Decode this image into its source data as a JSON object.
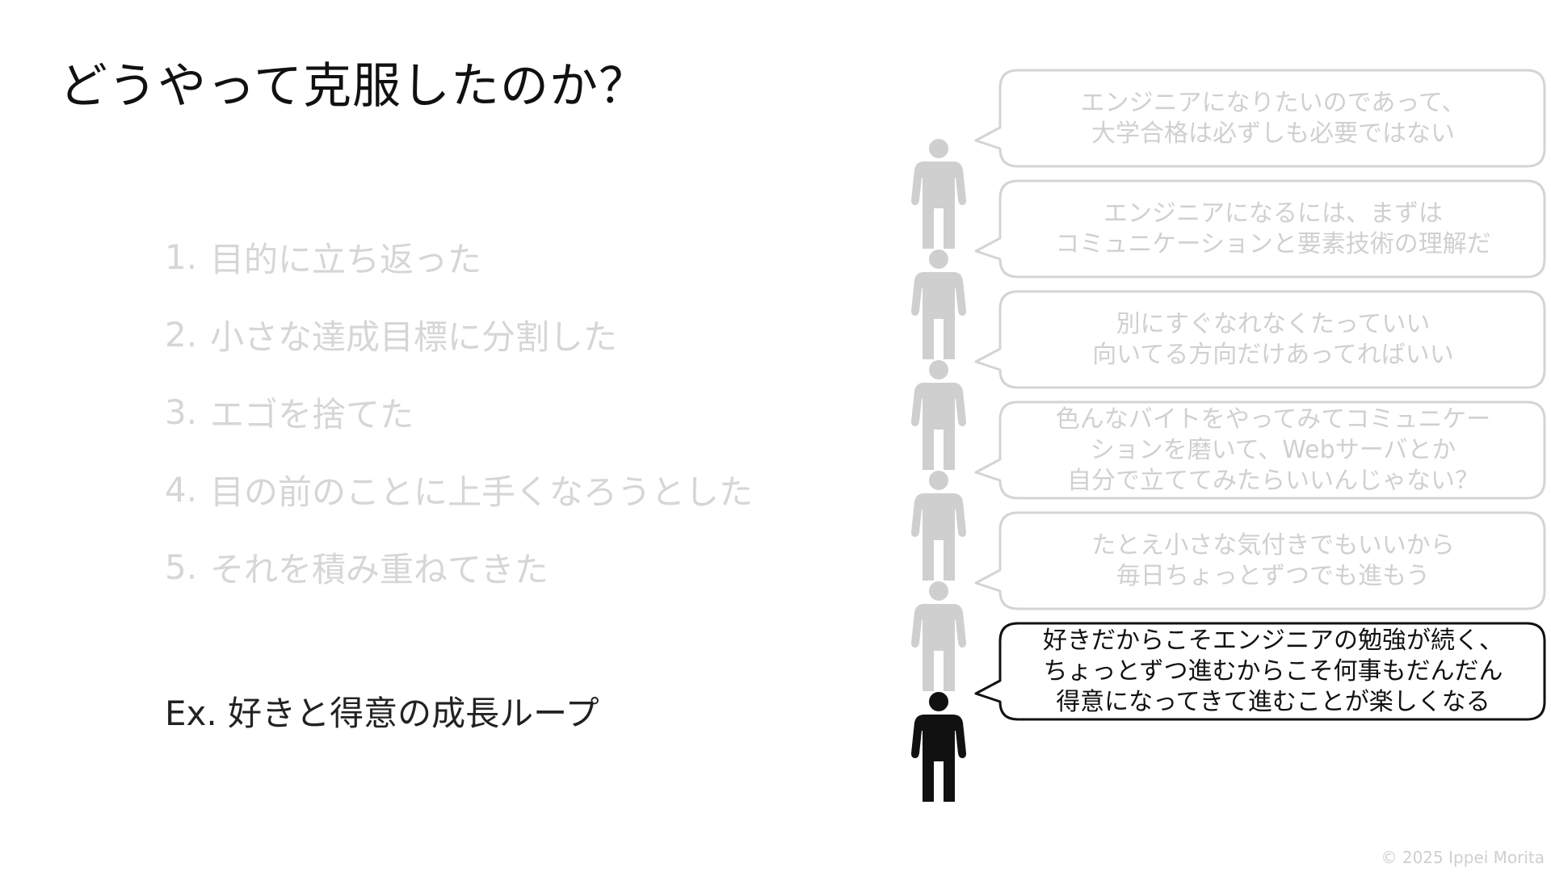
{
  "slide": {
    "title": "どうやって克服したのか？",
    "steps": [
      {
        "number": "1.",
        "text": "目的に立ち返った"
      },
      {
        "number": "2.",
        "text": "小さな達成目標に分割した"
      },
      {
        "number": "3.",
        "text": "エゴを捨てた"
      },
      {
        "number": "4.",
        "text": "目の前のことに上手くなろうとした"
      },
      {
        "number": "5.",
        "text": "それを積み重ねてきた"
      }
    ],
    "example": "Ex. 好きと得意の成長ループ",
    "bubbles": [
      {
        "lines": [
          "エンジニアになりたいのであって、",
          "大学合格は必ずしも必要ではない"
        ],
        "state": "faded"
      },
      {
        "lines": [
          "エンジニアになるには、まずは",
          "コミュニケーションと要素技術の理解だ"
        ],
        "state": "faded"
      },
      {
        "lines": [
          "別にすぐなれなくたっていい",
          "向いてる方向だけあってればいい"
        ],
        "state": "faded"
      },
      {
        "lines": [
          "色んなバイトをやってみてコミュニケー",
          "ションを磨いて、Webサーバとか",
          "自分で立ててみたらいいんじゃない？"
        ],
        "state": "faded"
      },
      {
        "lines": [
          "たとえ小さな気付きでもいいから",
          "毎日ちょっとずつでも進もう"
        ],
        "state": "faded"
      },
      {
        "lines": [
          "好きだからこそエンジニアの勉強が続く、",
          "ちょっとずつ進むからこそ何事もだんだん",
          "得意になってきて進むことが楽しくなる"
        ],
        "state": "active"
      }
    ],
    "colors": {
      "faded": "#d0d0d0",
      "active": "#111111",
      "bubble_border_faded": "#d4d4d4",
      "bubble_border_active": "#111111"
    },
    "copyright": "© 2025 Ippei Morita"
  }
}
